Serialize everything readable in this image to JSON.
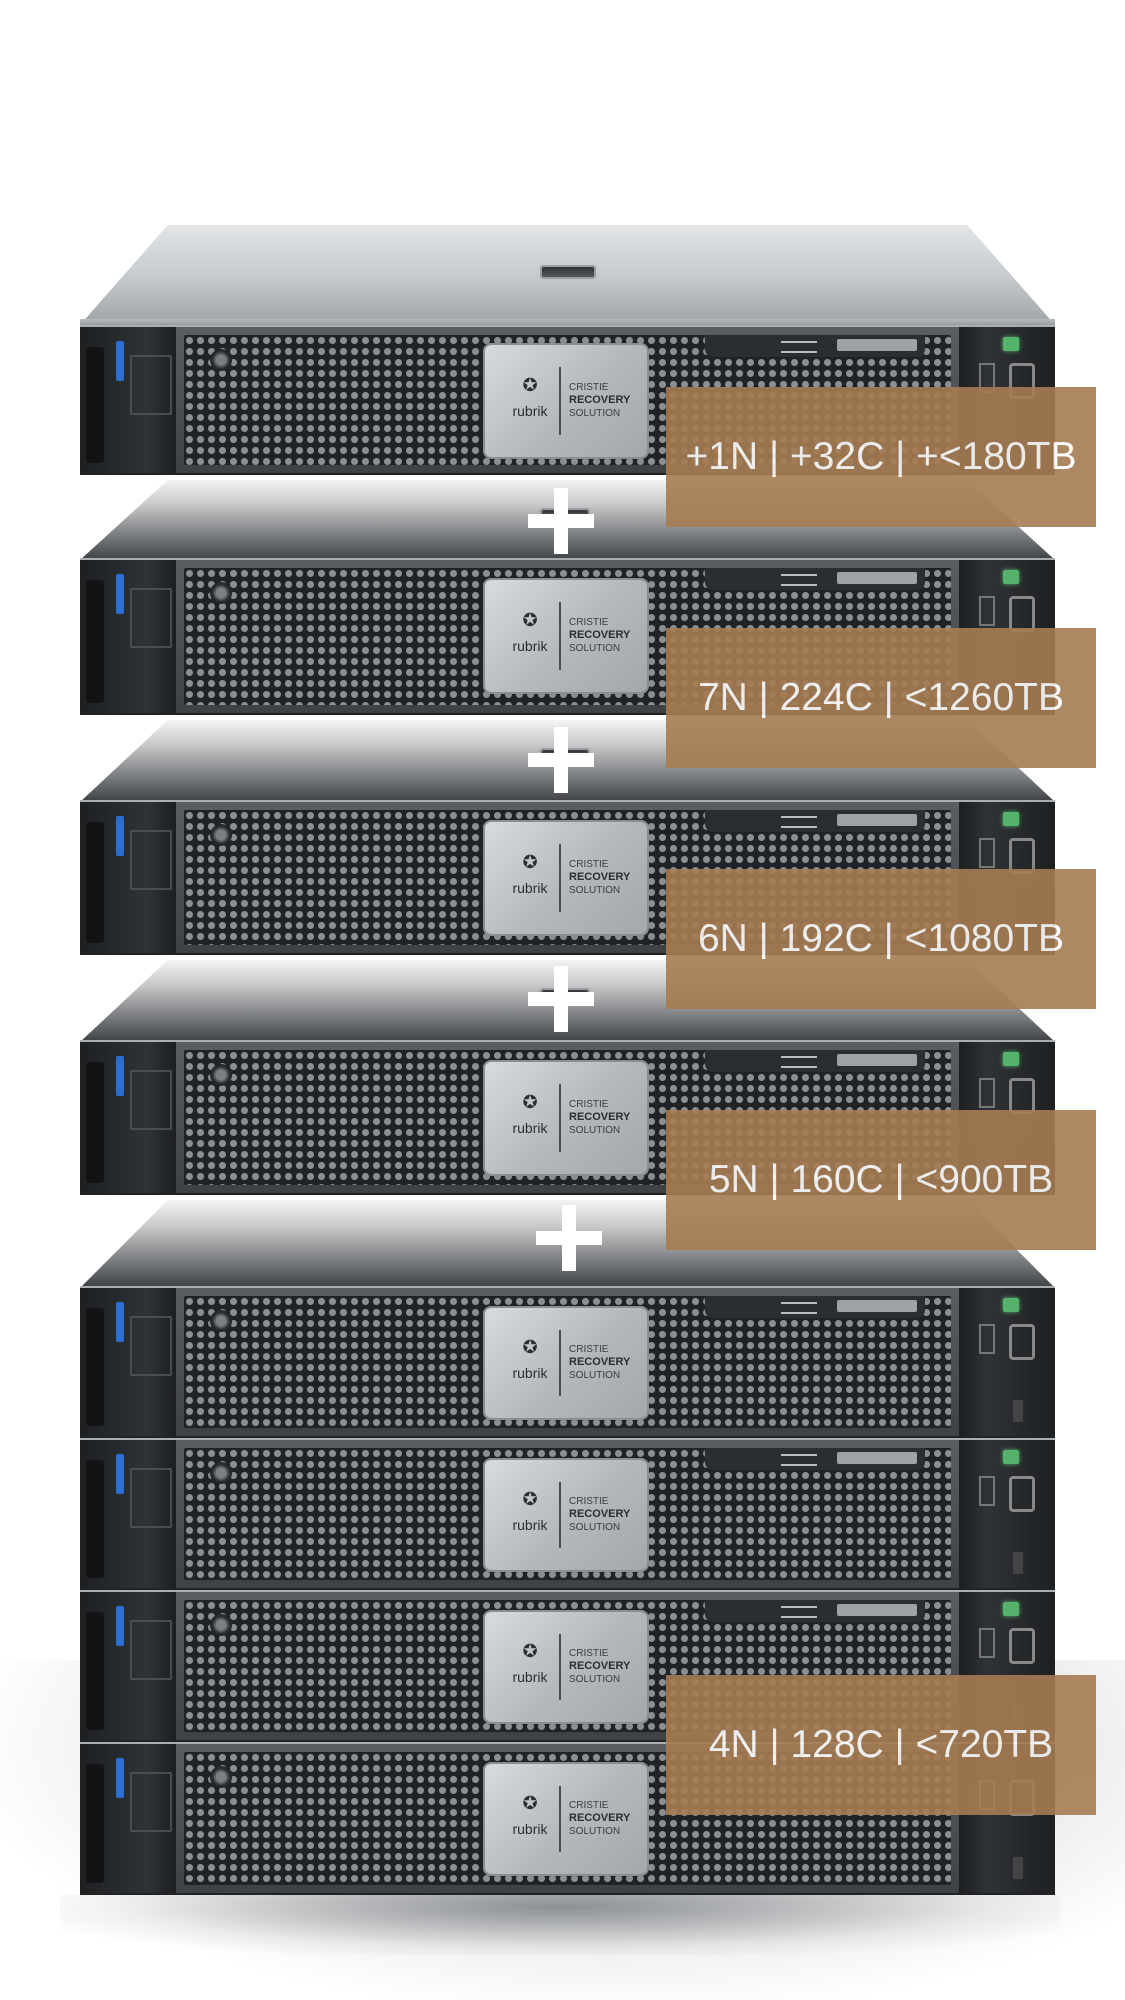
{
  "specs": {
    "top": "+1N | +32C | +<180TB",
    "seven": "7N | 224C | <1260TB",
    "six": "6N | 192C | <1080TB",
    "five": "5N | 160C | <900TB",
    "four": "4N | 128C | <720TB"
  },
  "badge": {
    "brand": "rubrik",
    "line1": "CRISTIE",
    "line2": "RECOVERY",
    "line3": "SOLUTION"
  },
  "colors": {
    "label_bg": "#a67c52",
    "label_text": "#ffffff",
    "status_led": "#55b26b",
    "power_led": "#2d6fd1"
  },
  "icons": {
    "plus": "plus-icon",
    "badge_emblem": "gear-icon"
  }
}
